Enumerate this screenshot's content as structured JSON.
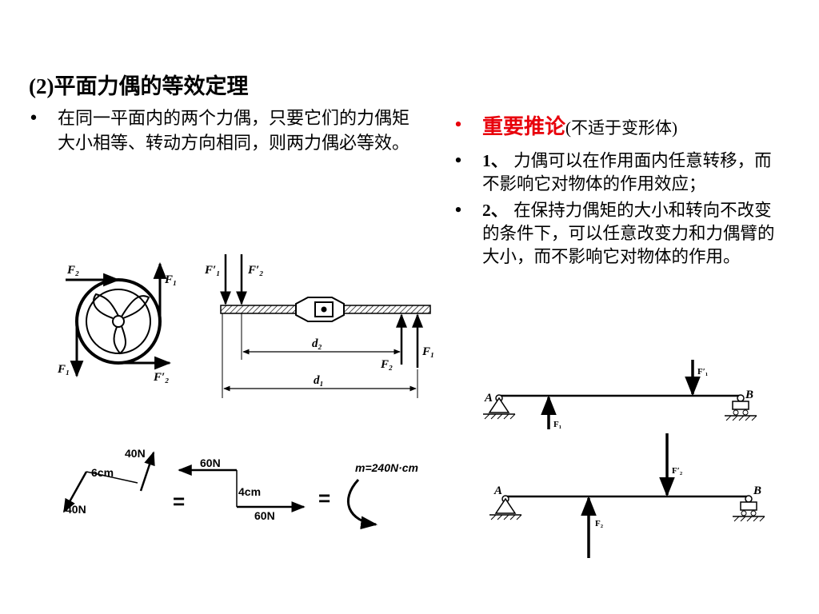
{
  "heading": {
    "number": "(2)",
    "text": "平面力偶的等效定理"
  },
  "left_points": [
    {
      "bullet": "•",
      "text": "在同一平面内的两个力偶，只要它们的力偶矩大小相等、转动方向相同，则两力偶必等效。"
    }
  ],
  "right_points": [
    {
      "bullet": "•",
      "highlight": "重要推论",
      "note": "(不适于变形体)"
    },
    {
      "bullet": "•",
      "number": "1、",
      "text": " 力偶可以在作用面内任意转移，而不影响它对物体的作用效应；"
    },
    {
      "bullet": "•",
      "number": "2、",
      "text": " 在保持力偶矩的大小和转向不改变的条件下，可以任意改变力和力偶臂的大小，而不影响它对物体的作用。"
    }
  ],
  "figures": {
    "wheel": {
      "labels": [
        "F₂",
        "F₁",
        "F₁",
        "F′₂"
      ]
    },
    "wrench": {
      "labels": [
        "F′₁",
        "F′₂",
        "d₂",
        "F₂",
        "F₁",
        "d₁"
      ]
    },
    "equivalence": {
      "couple1": {
        "force": "40N",
        "force2": "40N",
        "arm": "6cm"
      },
      "equals": "=",
      "couple2": {
        "force": "60N",
        "force2": "60N",
        "arm": "4cm"
      },
      "moment": "m=240N·cm"
    },
    "beam_top": {
      "support_a": "A",
      "support_b": "B",
      "force_down": "F′₁",
      "force_up": "F₁"
    },
    "beam_bottom": {
      "support_a": "A",
      "support_b": "B",
      "force_down": "F′₂",
      "force_up": "F₂"
    }
  }
}
